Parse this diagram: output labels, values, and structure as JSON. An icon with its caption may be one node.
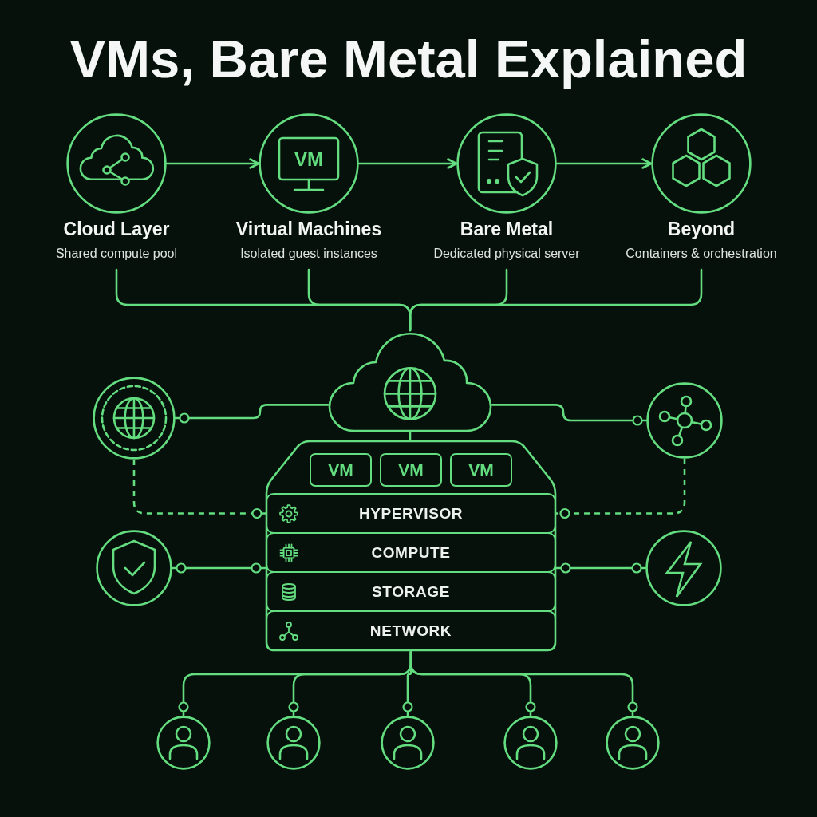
{
  "diagram": {
    "title": "VMs, Bare Metal Explained",
    "nodes": [
      {
        "text": [
          "Cloud Layer",
          "Shared compute pool"
        ]
      },
      {
        "text": [
          "VM",
          "Virtual Machines",
          "Isolated guest instances"
        ]
      },
      {
        "text": [
          "Bare Metal",
          "Dedicated physical server"
        ]
      },
      {
        "text": [
          "Beyond",
          "Containers & orchestration"
        ]
      },
      {
        "text": [],
        "shape": "cloud"
      },
      {
        "text": [],
        "shape": "circle"
      },
      {
        "text": [],
        "shape": "circle"
      },
      {
        "text": [],
        "shape": "box"
      },
      {
        "text": [
          "VM"
        ],
        "in": 7
      },
      {
        "text": [
          "VM"
        ],
        "in": 7
      },
      {
        "text": [
          "VM"
        ],
        "in": 7
      },
      {
        "text": [
          "HYPERVISOR"
        ],
        "in": 7
      },
      {
        "text": [
          "COMPUTE"
        ],
        "in": 7
      },
      {
        "text": [
          "STORAGE"
        ],
        "in": 7
      },
      {
        "text": [
          "NETWORK"
        ],
        "in": 7
      },
      {
        "text": [],
        "shape": "circle"
      },
      {
        "text": [],
        "shape": "circle"
      },
      {
        "text": [],
        "shape": "person"
      },
      {
        "text": [],
        "shape": "person"
      },
      {
        "text": [],
        "shape": "person"
      },
      {
        "text": [],
        "shape": "person"
      },
      {
        "text": [],
        "shape": "person"
      }
    ],
    "edges": [
      {
        "from": 0,
        "to": 1,
        "arrow": "to"
      },
      {
        "from": 1,
        "to": 2,
        "arrow": "to"
      },
      {
        "from": 2,
        "to": 3,
        "arrow": "to"
      },
      {
        "from": 0,
        "to": 4,
        "arrow": "none"
      },
      {
        "from": 1,
        "to": 4,
        "arrow": "none"
      },
      {
        "from": 2,
        "to": 4,
        "arrow": "none"
      },
      {
        "from": 3,
        "to": 4,
        "arrow": "none"
      },
      {
        "from": 4,
        "to": 5,
        "arrow": "other"
      },
      {
        "from": 4,
        "to": 6,
        "arrow": "other"
      },
      {
        "from": 4,
        "to": 7,
        "arrow": "none"
      },
      {
        "from": 5,
        "to": 11,
        "arrow": "other",
        "style": "dashed"
      },
      {
        "from": 6,
        "to": 11,
        "arrow": "other",
        "style": "dashed"
      },
      {
        "from": 15,
        "to": 7,
        "arrow": "other"
      },
      {
        "from": 16,
        "to": 7,
        "arrow": "other"
      },
      {
        "from": 7,
        "to": 17,
        "arrow": "other"
      },
      {
        "from": 7,
        "to": 18,
        "arrow": "other"
      },
      {
        "from": 7,
        "to": 19,
        "arrow": "other"
      },
      {
        "from": 7,
        "to": 20,
        "arrow": "other"
      },
      {
        "from": 7,
        "to": 21,
        "arrow": "other"
      }
    ]
  }
}
